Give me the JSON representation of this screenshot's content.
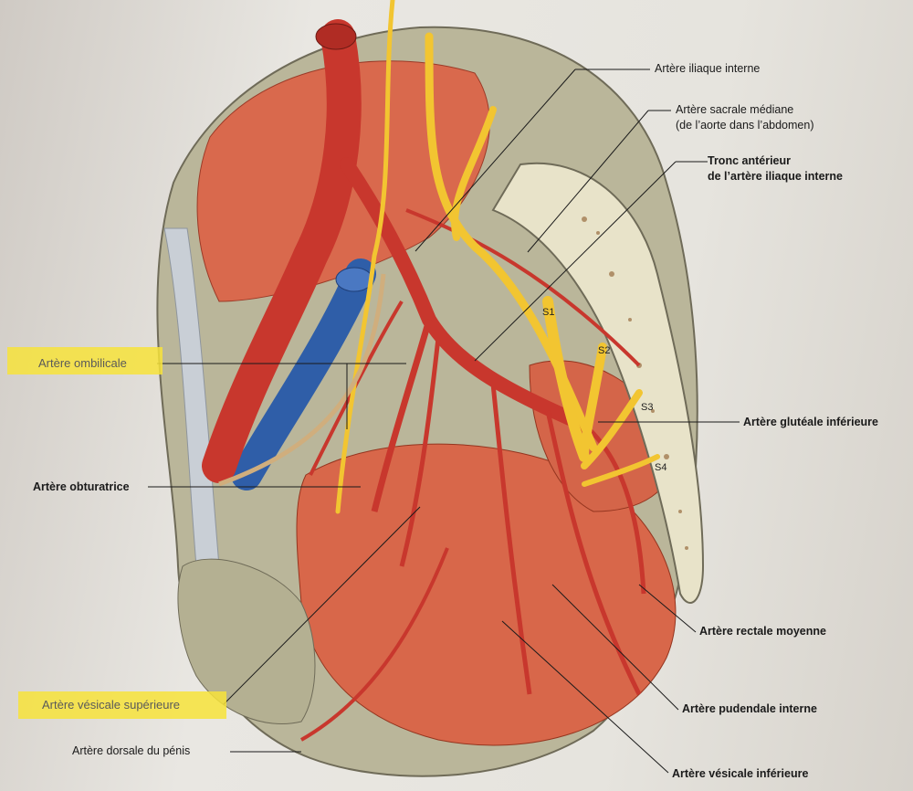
{
  "labels": {
    "iliaque_interne": "Artère iliaque interne",
    "sacrale_mediane_1": "Artère sacrale médiane",
    "sacrale_mediane_2": "(de l’aorte dans l’abdomen)",
    "tronc_anterieur_1": "Tronc antérieur",
    "tronc_anterieur_2": "de l’artère iliaque interne",
    "ombilicale": "Artère ombilicale",
    "obturatrice": "Artère obturatrice",
    "glutéale_inferieure": "Artère glutéale inférieure",
    "rectale_moyenne": "Artère rectale moyenne",
    "vesicale_superieure": "Artère vésicale supérieure",
    "pudendale_interne": "Artère pudendale interne",
    "dorsale_penis": "Artère dorsale du pénis",
    "vesicale_inferieure": "Artère vésicale inférieure"
  },
  "sacral_segments": [
    "S1",
    "S2",
    "S3",
    "S4"
  ],
  "colors": {
    "artery": "#c8372d",
    "vein": "#2f5ea8",
    "nerve": "#f2c531",
    "muscle": "#d7684c",
    "bone": "#bdb99e",
    "highlight": "#f7e33b"
  }
}
